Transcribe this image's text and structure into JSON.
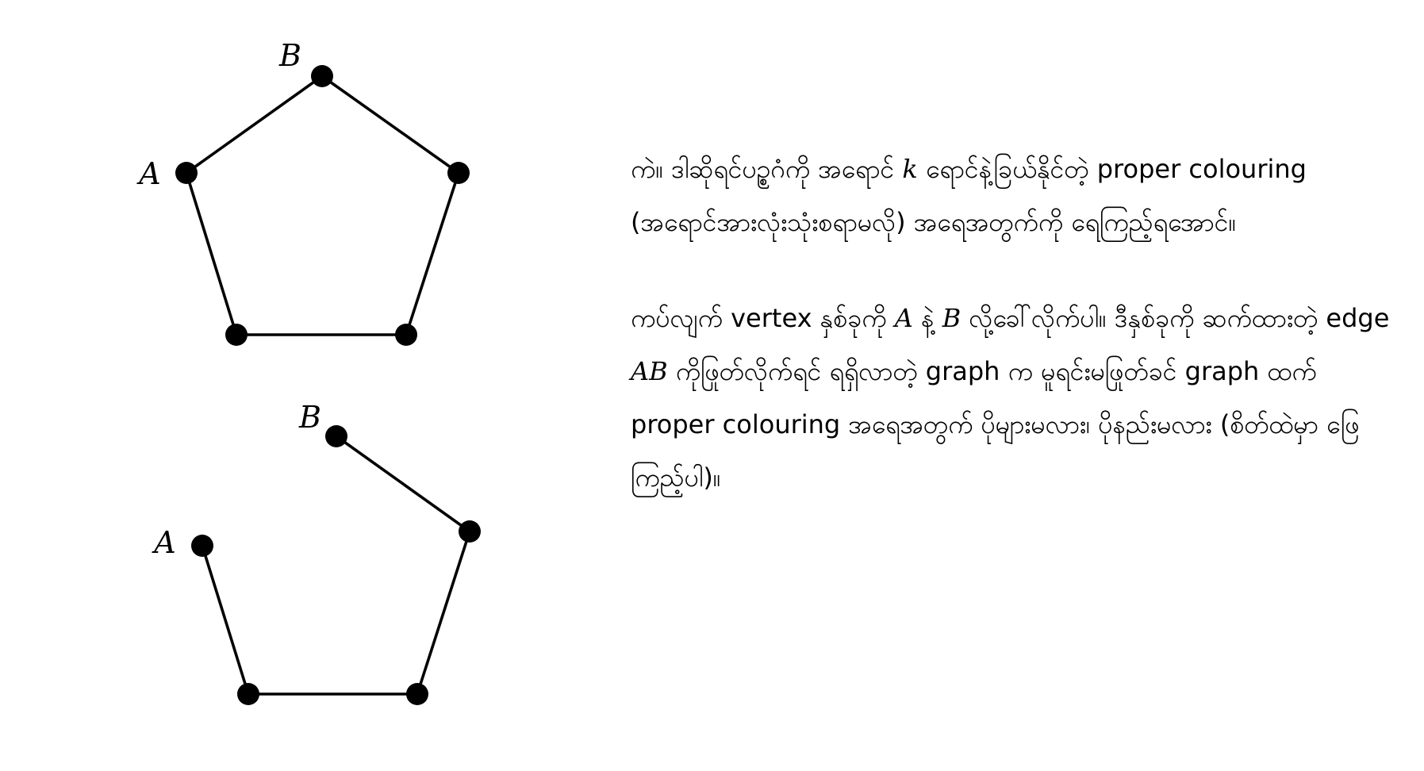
{
  "graphs": [
    {
      "id": "pentagon-full",
      "vertex_labels": {
        "A": "A",
        "B": "B"
      },
      "edges": [
        "B-C",
        "C-D",
        "D-E",
        "E-A",
        "A-B"
      ]
    },
    {
      "id": "pentagon-minus-AB",
      "vertex_labels": {
        "A": "A",
        "B": "B"
      },
      "edges": [
        "B-C",
        "C-D",
        "D-E",
        "E-A"
      ]
    }
  ],
  "paragraphs": [
    {
      "segments": [
        {
          "t": "ကဲ။ ဒါဆိုရင်ပဥ္စဂံကို အရောင် "
        },
        {
          "t": "k",
          "math": true
        },
        {
          "t": " ရောင်နဲ့ခြယ်နိုင်တဲ့ proper colouring (အရောင်အားလုံးသုံးစရာမလို) အရေအတွက်ကို ရေကြည့်ရအောင်။"
        }
      ]
    },
    {
      "segments": [
        {
          "t": "ကပ်လျက် vertex နှစ်ခုကို "
        },
        {
          "t": "A",
          "math": true
        },
        {
          "t": " နဲ့ "
        },
        {
          "t": "B",
          "math": true
        },
        {
          "t": " လို့ခေါ်လိုက်ပါ။ ဒီနှစ်ခုကို ဆက်ထားတဲ့ edge "
        },
        {
          "t": "AB",
          "math": true
        },
        {
          "t": " ကိုဖြုတ်လိုက်ရင် ရရှိလာတဲ့ graph က မူရင်းမဖြုတ်ခင် graph ထက် proper colouring အရေအတွက် ပိုများမလား၊ ပိုနည်းမလား (စိတ်ထဲမှာ ဖြေကြည့်ပါ)။"
        }
      ]
    }
  ]
}
